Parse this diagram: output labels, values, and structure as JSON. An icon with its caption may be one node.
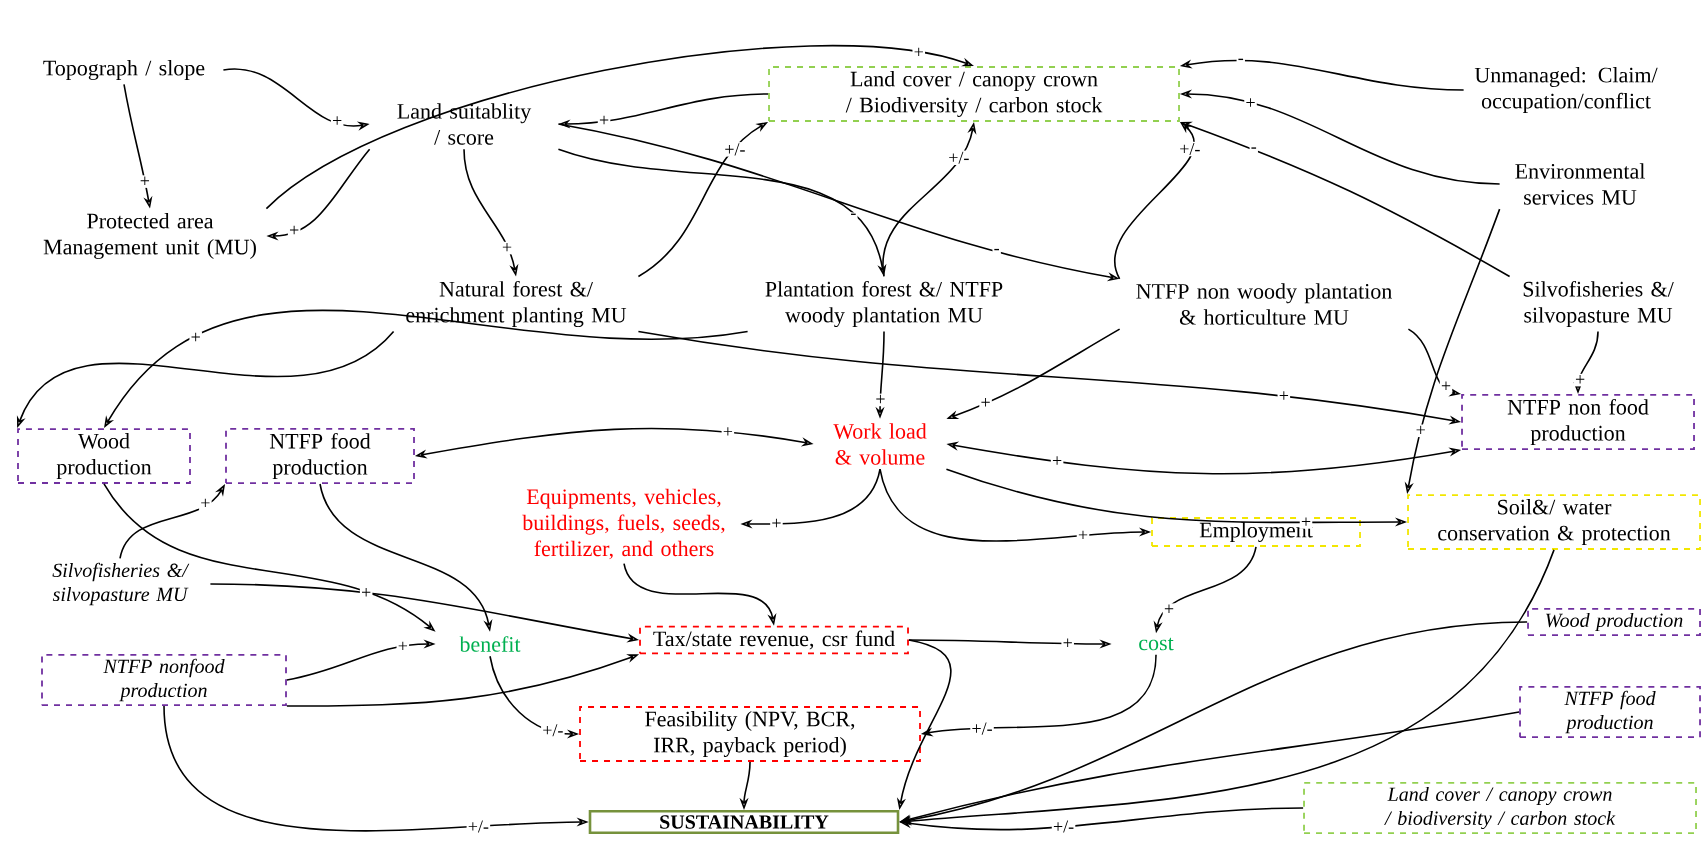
{
  "diagram": {
    "nodes": [
      {
        "text": [
          "Topograph / slope"
        ]
      },
      {
        "text": [
          "Land suitablity / score"
        ]
      },
      {
        "text": [
          "Land cover / canopy crown / Biodiversity / carbon stock"
        ]
      },
      {
        "text": [
          "Unmanaged: Claim/ occupation/conflict"
        ]
      },
      {
        "text": [
          "Protected area Management unit (MU)"
        ]
      },
      {
        "text": [
          "Environmental services MU"
        ]
      },
      {
        "text": [
          "Natural forest &/ enrichment planting MU"
        ]
      },
      {
        "text": [
          "Plantation forest &/ NTFP woody plantation MU"
        ]
      },
      {
        "text": [
          "NTFP non woody plantation & horticulture MU"
        ]
      },
      {
        "text": [
          "Silvofisheries &/ silvopasture MU"
        ]
      },
      {
        "text": [
          "Wood production"
        ]
      },
      {
        "text": [
          "NTFP food production"
        ]
      },
      {
        "text": [
          "Work load & volume"
        ]
      },
      {
        "text": [
          "NTFP non food production"
        ]
      },
      {
        "text": [
          "Equipments, vehicles, buildings, fuels, seeds, fertilizer, and others"
        ]
      },
      {
        "text": [
          "Employment"
        ]
      },
      {
        "text": [
          "Soil&/ water conservation & protection"
        ]
      },
      {
        "text": [
          "Silvofisheries &/ silvopasture MU"
        ]
      },
      {
        "text": [
          "NTFP nonfood production"
        ]
      },
      {
        "text": [
          "benefit"
        ]
      },
      {
        "text": [
          "Tax/state revenue, csr fund"
        ]
      },
      {
        "text": [
          "cost"
        ]
      },
      {
        "text": [
          "Feasibility (NPV, BCR, IRR, payback period)"
        ]
      },
      {
        "text": [
          "Wood production"
        ]
      },
      {
        "text": [
          "NTFP food production"
        ]
      },
      {
        "text": [
          "SUSTAINABILITY"
        ]
      },
      {
        "text": [
          "Land cover / canopy crown / biodiversity / carbon stock"
        ]
      }
    ],
    "edges": [
      {
        "from": 0,
        "to": 1,
        "arrow": "to",
        "label": "+"
      },
      {
        "from": 0,
        "to": 4,
        "arrow": "to",
        "label": "+"
      },
      {
        "from": 4,
        "to": 2,
        "arrow": "to",
        "label": "+"
      },
      {
        "from": 2,
        "to": 1,
        "arrow": "to",
        "label": "+"
      },
      {
        "from": 1,
        "to": 4,
        "arrow": "to",
        "label": "+"
      },
      {
        "from": 1,
        "to": 6,
        "arrow": "to",
        "label": "+"
      },
      {
        "from": 1,
        "to": 7,
        "arrow": "to",
        "label": "-"
      },
      {
        "from": 1,
        "to": 8,
        "arrow": "to",
        "label": "-"
      },
      {
        "from": 6,
        "to": 2,
        "arrow": "to",
        "label": "+/-"
      },
      {
        "from": 7,
        "to": 2,
        "arrow": "to",
        "label": "+/-"
      },
      {
        "from": 8,
        "to": 2,
        "arrow": "to",
        "label": "+/-"
      },
      {
        "from": 3,
        "to": 2,
        "arrow": "to",
        "label": "-"
      },
      {
        "from": 9,
        "to": 2,
        "arrow": "to",
        "label": "-"
      },
      {
        "from": 5,
        "to": 2,
        "arrow": "to",
        "label": "+"
      },
      {
        "from": 6,
        "to": 10,
        "arrow": "to"
      },
      {
        "from": 7,
        "to": 10,
        "arrow": "to",
        "label": "+"
      },
      {
        "from": 7,
        "to": 12,
        "arrow": "to",
        "label": "+"
      },
      {
        "from": 11,
        "to": 12,
        "arrow": "both",
        "label": "+"
      },
      {
        "from": 8,
        "to": 12,
        "arrow": "to",
        "label": "+"
      },
      {
        "from": 13,
        "to": 12,
        "arrow": "both",
        "label": "+"
      },
      {
        "from": 8,
        "to": 13,
        "arrow": "to",
        "label": "+"
      },
      {
        "from": 9,
        "to": 13,
        "arrow": "to",
        "label": "+"
      },
      {
        "from": 6,
        "to": 13,
        "arrow": "to",
        "label": "+"
      },
      {
        "from": 5,
        "to": 16,
        "arrow": "to",
        "label": "+"
      },
      {
        "from": 12,
        "to": 16,
        "arrow": "to",
        "label": "+"
      },
      {
        "from": 12,
        "to": 15,
        "arrow": "to",
        "label": "+"
      },
      {
        "from": 12,
        "to": 14,
        "arrow": "to",
        "label": "+"
      },
      {
        "from": 10,
        "to": 19,
        "arrow": "to",
        "label": "+"
      },
      {
        "from": 11,
        "to": 19,
        "arrow": "to"
      },
      {
        "from": 17,
        "to": 11,
        "arrow": "to",
        "label": "+"
      },
      {
        "from": 17,
        "to": 20,
        "arrow": "to"
      },
      {
        "from": 18,
        "to": 19,
        "arrow": "to",
        "label": "+"
      },
      {
        "from": 18,
        "to": 20,
        "arrow": "to"
      },
      {
        "from": 14,
        "to": 20,
        "arrow": "to"
      },
      {
        "from": 15,
        "to": 21,
        "arrow": "to",
        "label": "+"
      },
      {
        "from": 20,
        "to": 21,
        "arrow": "to",
        "label": "+"
      },
      {
        "from": 21,
        "to": 22,
        "arrow": "to",
        "label": "+/-"
      },
      {
        "from": 19,
        "to": 22,
        "arrow": "to",
        "label": "+/-"
      },
      {
        "from": 22,
        "to": 25,
        "arrow": "to"
      },
      {
        "from": 18,
        "to": 25,
        "arrow": "to",
        "label": "+/-"
      },
      {
        "from": 20,
        "to": 25,
        "arrow": "to"
      },
      {
        "from": 16,
        "to": 25,
        "arrow": "to"
      },
      {
        "from": 23,
        "to": 25,
        "arrow": "to"
      },
      {
        "from": 24,
        "to": 25,
        "arrow": "to"
      },
      {
        "from": 26,
        "to": 25,
        "arrow": "to",
        "label": "+/-"
      }
    ]
  }
}
